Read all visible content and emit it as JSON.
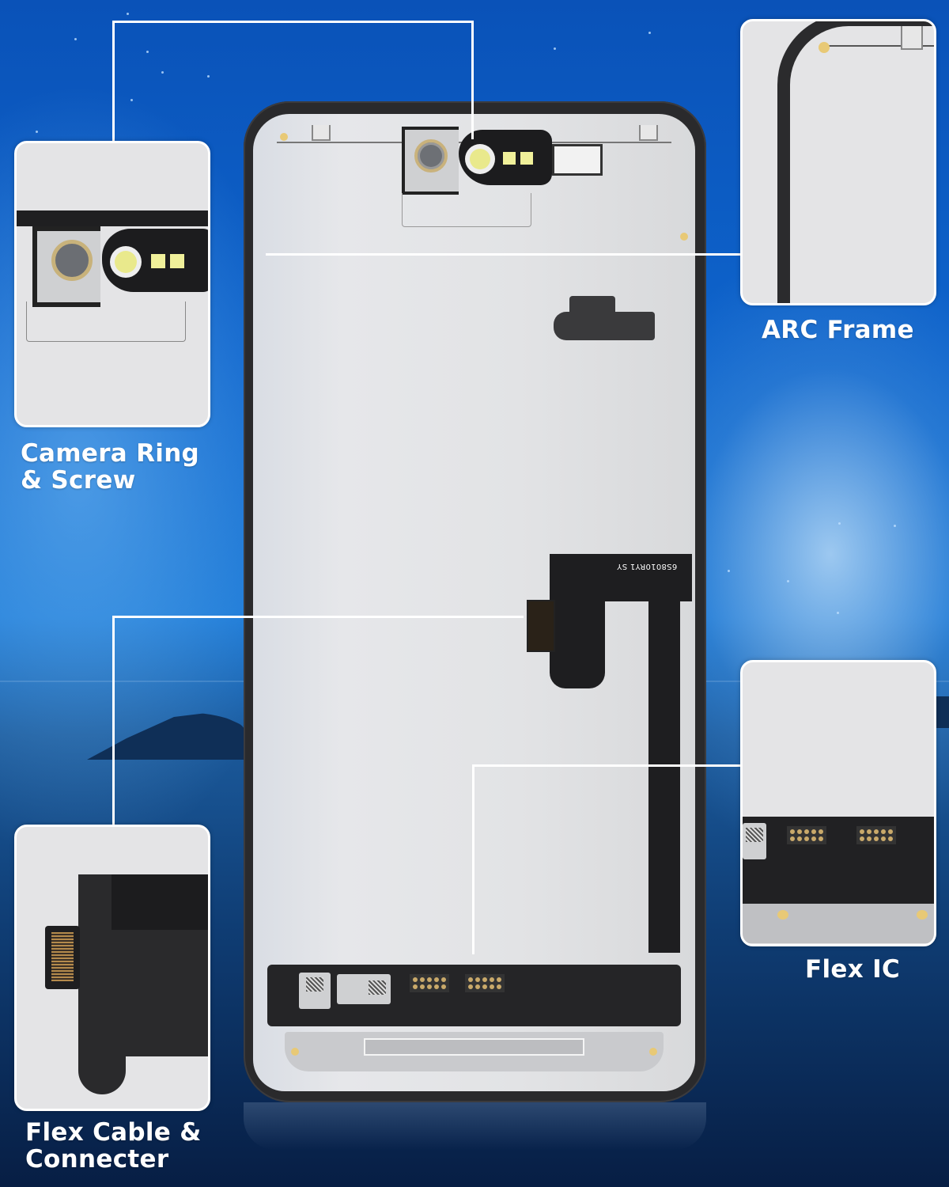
{
  "infographic": {
    "subject": "Phone LCD screen assembly (back view)",
    "colors": {
      "background_top": "#0a52b8",
      "background_bottom": "#071e44",
      "label_text": "#ffffff",
      "callout_line": "#ffffff",
      "phone_frame": "#2a2a2c",
      "panel_back": "#e2e3e5",
      "gold_contact": "#e8c976"
    },
    "callouts": [
      {
        "id": "camera-ring",
        "label_lines": [
          "Camera Ring",
          "& Screw"
        ],
        "position": "top-left"
      },
      {
        "id": "arc-frame",
        "label_lines": [
          "ARC Frame"
        ],
        "position": "top-right"
      },
      {
        "id": "flex-cable",
        "label_lines": [
          "Flex Cable &",
          "Connecter"
        ],
        "position": "bottom-left"
      },
      {
        "id": "flex-ic",
        "label_lines": [
          "Flex IC"
        ],
        "position": "bottom-right"
      }
    ],
    "flex_cable_print": "6S8010RY1 SY"
  }
}
